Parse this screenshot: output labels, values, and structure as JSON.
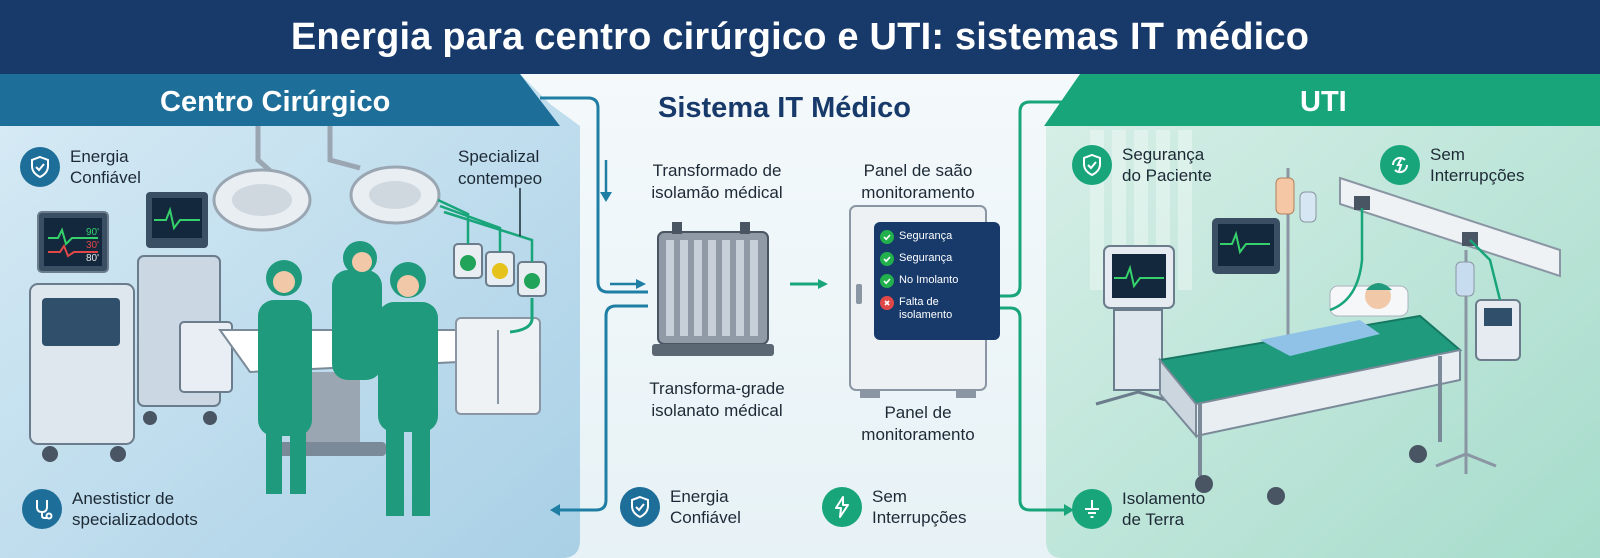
{
  "title": "Energia para centro cirúrgico e UTI: sistemas IT médico",
  "colors": {
    "navy": "#173a6b",
    "blue": "#1e6e9a",
    "teal": "#18a57a",
    "green_ok": "#21b04b",
    "red_x": "#e04848"
  },
  "sections": {
    "surgery": {
      "title": "Centro Cirúrgico"
    },
    "it": {
      "title": "Sistema IT Médico"
    },
    "icu": {
      "title": "UTI"
    }
  },
  "surgery": {
    "badge_top": {
      "line1": "Energia",
      "line2": "Confiável",
      "icon": "shield-check-icon"
    },
    "outlet_label": {
      "line1": "Specializal",
      "line2": "contempeo"
    },
    "monitor_values": [
      "90'",
      "30'",
      "80'"
    ],
    "badge_bottom": {
      "line1": "Anestisticr de",
      "line2": "specializadodots",
      "icon": "stethoscope-icon"
    }
  },
  "it": {
    "transformer_top": {
      "line1": "Transformado de",
      "line2": "isolamão médical"
    },
    "transformer_bottom": {
      "line1": "Transforma-grade",
      "line2": "isolanato médical"
    },
    "panel_top": {
      "line1": "Panel de saão",
      "line2": "monitoramento"
    },
    "panel_bottom": {
      "line1": "Panel de",
      "line2": "monitoramento"
    },
    "panel_items": [
      {
        "text": "Segurança",
        "status": "ok"
      },
      {
        "text": "Segurança",
        "status": "ok"
      },
      {
        "text": "No Imolanto",
        "status": "ok"
      },
      {
        "text": "Falta de isolamento",
        "status": "fail"
      }
    ],
    "badge_left": {
      "line1": "Energia",
      "line2": "Confiável",
      "icon": "shield-check-icon"
    },
    "badge_right": {
      "line1": "Sem",
      "line2": "Interrupções",
      "icon": "lightning-icon"
    }
  },
  "icu": {
    "badge_left": {
      "line1": "Segurança",
      "line2": "do Paciente",
      "icon": "shield-check-icon"
    },
    "badge_right": {
      "line1": "Sem",
      "line2": "Interrupções",
      "icon": "power-cycle-icon"
    },
    "badge_bottom": {
      "line1": "Isolamento",
      "line2": "de Terra",
      "icon": "ground-icon"
    }
  }
}
